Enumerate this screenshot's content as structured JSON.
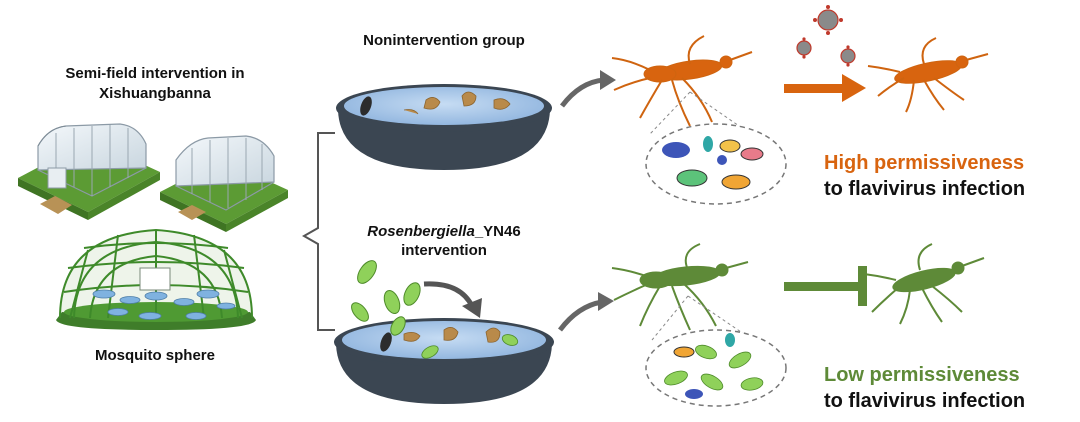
{
  "left_panel": {
    "title_line1": "Semi-field intervention in",
    "title_line2": "Xishuangbanna",
    "bottom_label": "Mosquito sphere"
  },
  "middle_panel": {
    "top_group_label": "Nonintervention group",
    "bottom_group_name_italic": "Rosenbergiella",
    "bottom_group_name_suffix": "_YN46",
    "bottom_group_line2": "intervention"
  },
  "right_panel": {
    "top_result_line1": "High permissiveness",
    "top_result_line2": "to flavivirus infection",
    "bottom_result_line1": "Low permissiveness",
    "bottom_result_line2": "to flavivirus infection"
  },
  "colors": {
    "high_accent": "#d8640f",
    "low_accent": "#5e8a38",
    "dish_fill": "#3b4652",
    "water_fill": "#a9c8ea",
    "virus": "#8a8a8a"
  }
}
